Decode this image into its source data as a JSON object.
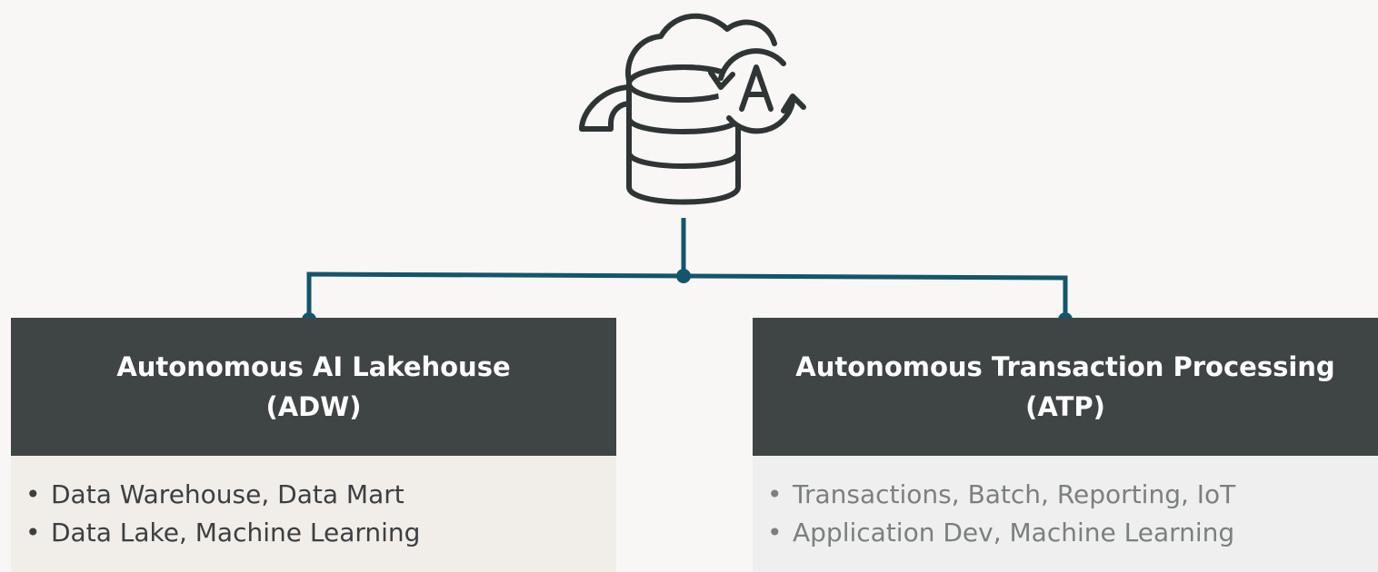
{
  "colors": {
    "background": "#f8f7f5",
    "connector": "#13566b",
    "header": "#3f4545",
    "icon_stroke": "#2f3434"
  },
  "icon": "cloud-database-autonomous-icon",
  "left": {
    "title_line1": "Autonomous AI Lakehouse",
    "title_line2": "(ADW)",
    "bullets": [
      "Data Warehouse, Data Mart",
      "Data Lake, Machine Learning"
    ]
  },
  "right": {
    "title_line1": "Autonomous Transaction Processing",
    "title_line2": "(ATP)",
    "bullets": [
      "Transactions, Batch, Reporting, IoT",
      "Application Dev, Machine Learning"
    ]
  }
}
